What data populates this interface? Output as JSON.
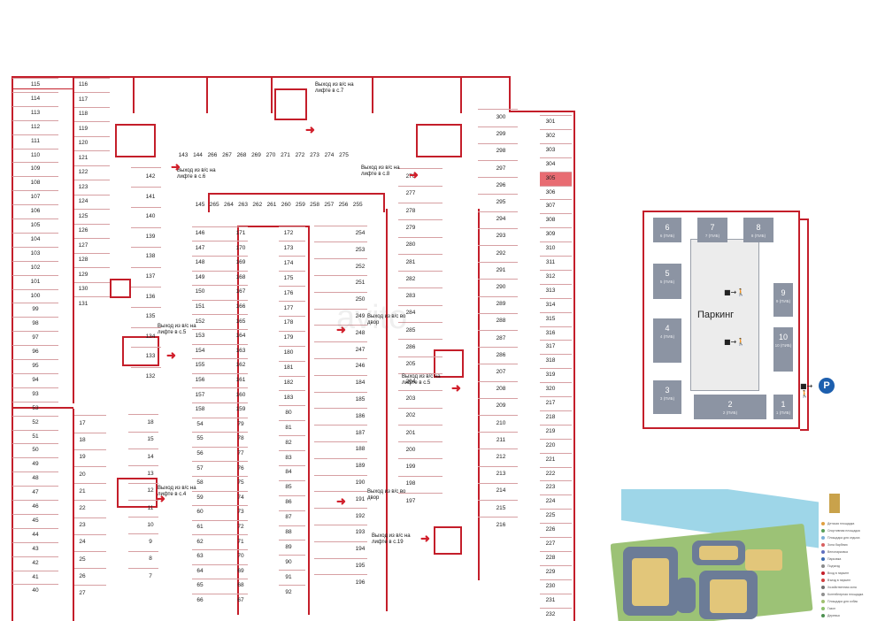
{
  "plan": {
    "watermark": "avito",
    "left_column": [
      "115",
      "114",
      "113",
      "112",
      "111",
      "110",
      "109",
      "108",
      "107",
      "106",
      "105",
      "104",
      "103",
      "102",
      "101",
      "100",
      "99",
      "98",
      "97",
      "96",
      "95",
      "94",
      "93",
      "53",
      "52",
      "51",
      "50",
      "49",
      "48",
      "47",
      "46",
      "45",
      "44",
      "43",
      "42",
      "41",
      "40"
    ],
    "col_116_131": [
      "116",
      "117",
      "118",
      "119",
      "120",
      "121",
      "122",
      "123",
      "124",
      "125",
      "126",
      "127",
      "128",
      "129",
      "130",
      "131"
    ],
    "col_17_27": [
      "17",
      "18",
      "19",
      "20",
      "21",
      "22",
      "23",
      "24",
      "25",
      "26",
      "27"
    ],
    "col_142_132": [
      "142",
      "141",
      "140",
      "139",
      "138",
      "137",
      "136",
      "135",
      "134",
      "133",
      "132"
    ],
    "col_16_7": [
      "18",
      "15",
      "14",
      "13",
      "12",
      "11",
      "10",
      "9",
      "8",
      "7"
    ],
    "top_row": [
      "143",
      "144",
      "266",
      "267",
      "268",
      "269",
      "270",
      "271",
      "272",
      "273",
      "274",
      "275"
    ],
    "row_145": [
      "145",
      "265",
      "264",
      "263",
      "262",
      "261",
      "260",
      "259",
      "258",
      "257",
      "256",
      "255"
    ],
    "col_146": [
      "146",
      "147",
      "148",
      "149",
      "150",
      "151",
      "152",
      "153",
      "154",
      "155",
      "156",
      "157",
      "158",
      "54",
      "55",
      "56",
      "57",
      "58",
      "59",
      "60",
      "61",
      "62",
      "63",
      "64",
      "65",
      "66"
    ],
    "col_171": [
      "171",
      "170",
      "169",
      "168",
      "167",
      "166",
      "165",
      "164",
      "163",
      "162",
      "161",
      "160",
      "159",
      "79",
      "78",
      "77",
      "76",
      "75",
      "74",
      "73",
      "72",
      "71",
      "70",
      "69",
      "68",
      "67"
    ],
    "col_172": [
      "172",
      "173",
      "174",
      "175",
      "176",
      "177",
      "178",
      "179",
      "180",
      "181",
      "182",
      "183",
      "80",
      "81",
      "82",
      "83",
      "84",
      "85",
      "86",
      "87",
      "88",
      "89",
      "90",
      "91",
      "92"
    ],
    "col_254": [
      "254",
      "253",
      "252",
      "251",
      "250",
      "249",
      "248",
      "247",
      "246",
      "184",
      "185",
      "186",
      "187",
      "188",
      "189",
      "190",
      "191",
      "192",
      "193",
      "194",
      "195",
      "196"
    ],
    "col_276": [
      "276",
      "277",
      "278",
      "279",
      "280",
      "281",
      "282",
      "283",
      "284",
      "285",
      "286",
      "205",
      "204",
      "203",
      "202",
      "201",
      "200",
      "199",
      "198",
      "197"
    ],
    "col_300": [
      "300",
      "299",
      "298",
      "297",
      "296",
      "295",
      "294",
      "293",
      "292",
      "291",
      "290",
      "289",
      "288",
      "287",
      "286",
      "207",
      "208",
      "209",
      "210",
      "211",
      "212",
      "213",
      "214",
      "215",
      "216"
    ],
    "col_301": [
      "301",
      "302",
      "303",
      "304",
      "305",
      "306",
      "307",
      "308",
      "309",
      "310",
      "311",
      "312",
      "313",
      "314",
      "315",
      "316",
      "317",
      "318",
      "319",
      "320",
      "217",
      "218",
      "219",
      "220",
      "221",
      "222",
      "223",
      "224",
      "225",
      "226",
      "227",
      "228",
      "229",
      "230",
      "231",
      "232"
    ],
    "highlighted": "305",
    "exits": [
      "Выход из в/с на лифте в с.7",
      "Выход из в/с на лифте в с.6",
      "Выход из в/с на лифте в с.8",
      "Выход из в/с на лифте в с.5",
      "Выход из в/с во двор",
      "Выход из в/с на лифте в с.5",
      "Выход из в/с на лифте в с.4",
      "Выход из в/с во двор",
      "Выход из в/с на лифте в с.19"
    ]
  },
  "schematic": {
    "title": "Паркинг",
    "sections": [
      {
        "n": "6",
        "t": "6 (ПИБ)"
      },
      {
        "n": "7",
        "t": "7 (ПИБ)"
      },
      {
        "n": "8",
        "t": "8 (ПИБ)"
      },
      {
        "n": "5",
        "t": "5 (ПИБ)"
      },
      {
        "n": "9",
        "t": "9 (ПИБ)"
      },
      {
        "n": "4",
        "t": "4 (ПИБ)"
      },
      {
        "n": "10",
        "t": "10 (ПИБ)"
      },
      {
        "n": "3",
        "t": "3 (ПИБ)"
      },
      {
        "n": "2",
        "t": "2 (ПИБ)"
      },
      {
        "n": "1",
        "t": "1 (ПИБ)"
      }
    ],
    "entry_icon": "■→🚶",
    "parking_badge": "P"
  },
  "site_plan": {
    "legend": [
      "Детская площадка",
      "Спортивная площадка",
      "Площадка для отдыха",
      "Зона барбекю",
      "Велопарковка",
      "Парковка",
      "Подъезд",
      "Вход в паркинг",
      "Въезд в паркинг",
      "Хозяйственная зона",
      "Контейнерная площадка",
      "Площадка для собак",
      "Газон",
      "Деревья"
    ]
  },
  "colors": {
    "wall": "#c41e2a",
    "highlight": "#e86c72",
    "section": "#8c94a3",
    "badge": "#1d5fae",
    "river": "#9ed6e8"
  }
}
